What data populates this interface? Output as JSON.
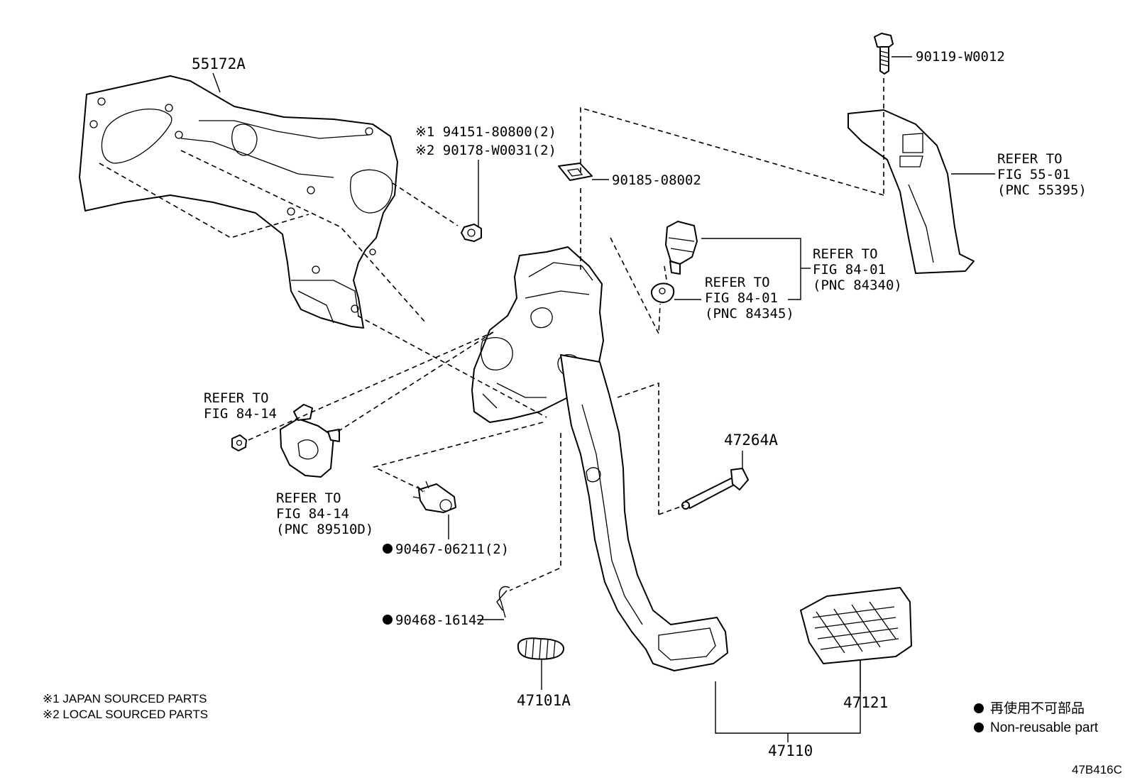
{
  "labels": {
    "bracket": "55172A",
    "clip_nut_1": "※1 94151-80800(2)",
    "clip_nut_2": "※2 90178-W0031(2)",
    "bolt": "90119-W0012",
    "nut_clip": "90185-08002",
    "refer_55": [
      "REFER TO",
      "FIG 55-01",
      "(PNC 55395)"
    ],
    "refer_84340": [
      "REFER TO",
      "FIG 84-01",
      "(PNC 84340)"
    ],
    "refer_84345": [
      "REFER TO",
      "FIG 84-01",
      "(PNC 84345)"
    ],
    "refer_84_14_a": [
      "REFER TO",
      "FIG 84-14"
    ],
    "refer_84_14_b": [
      "REFER TO",
      "FIG 84-14",
      "(PNC 89510D)"
    ],
    "pin": "47264A",
    "cushion": "90467-06211(2)",
    "clip": "90468-16142",
    "spring": "47101A",
    "pad": "47121",
    "pedal_assy": "47110",
    "note_1": "※1 JAPAN SOURCED PARTS",
    "note_2": "※2 LOCAL SOURCED PARTS",
    "legend_jp": "再使用不可部品",
    "legend_en": "Non-reusable part",
    "figure_code": "47B416C"
  }
}
